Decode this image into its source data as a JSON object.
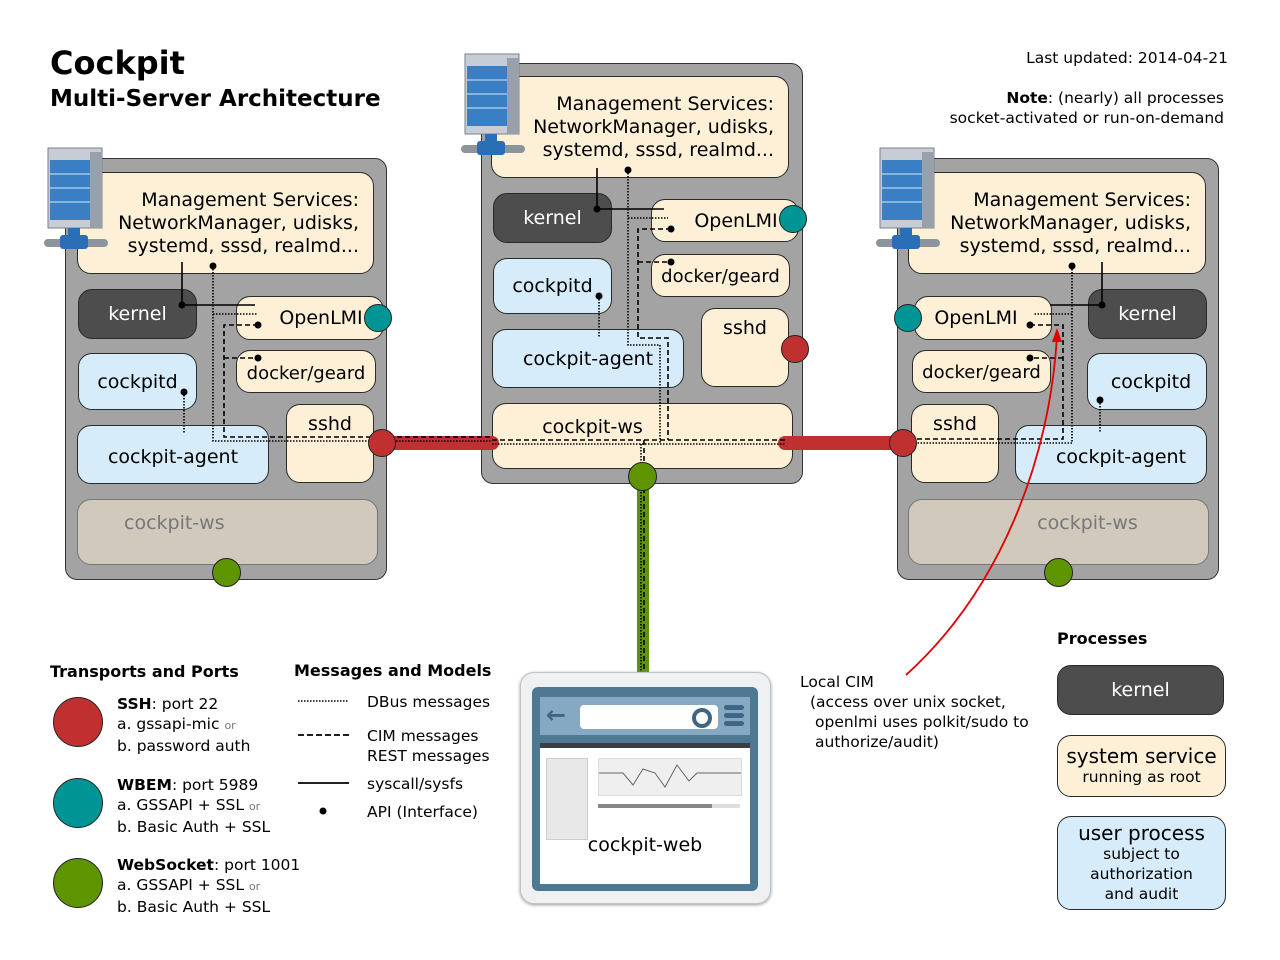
{
  "title": "Cockpit",
  "subtitle": "Multi-Server Architecture",
  "last_updated": "Last updated: 2014-04-21",
  "note": {
    "bold": "Note",
    "line1": ": (nearly) all processes",
    "line2": "socket-activated or run-on-demand"
  },
  "colors": {
    "ssh": "#c03030",
    "wbem": "#009595",
    "websocket": "#5e9400",
    "system_service": "#fdf0d6",
    "user_process": "#d6ecfb",
    "kernel": "#4d4d4d",
    "server_bg": "#a3a3a3",
    "inactive_ws": "#d1c9bc",
    "local_cim_arrow": "#e00000"
  },
  "servers": {
    "left": {
      "mgmt": [
        "Management Services:",
        "NetworkManager, udisks,",
        "systemd, sssd, realmd..."
      ],
      "kernel": "kernel",
      "openlmi": "OpenLMI",
      "docker": "docker/geard",
      "cockpitd": "cockpitd",
      "sshd": "sshd",
      "agent": "cockpit-agent",
      "ws": "cockpit-ws"
    },
    "center": {
      "mgmt": [
        "Management Services:",
        "NetworkManager, udisks,",
        "systemd, sssd, realmd..."
      ],
      "kernel": "kernel",
      "openlmi": "OpenLMI",
      "docker": "docker/geard",
      "cockpitd": "cockpitd",
      "sshd": "sshd",
      "agent": "cockpit-agent",
      "ws": "cockpit-ws"
    },
    "right": {
      "mgmt": [
        "Management Services:",
        "NetworkManager, udisks,",
        "systemd, sssd, realmd..."
      ],
      "kernel": "kernel",
      "openlmi": "OpenLMI",
      "docker": "docker/geard",
      "cockpitd": "cockpitd",
      "sshd": "sshd",
      "agent": "cockpit-agent",
      "ws": "cockpit-ws"
    }
  },
  "client": {
    "label": "cockpit-web"
  },
  "annotation": {
    "line1": "Local CIM",
    "line2": "(access over unix socket,",
    "line3": "openlmi uses polkit/sudo to",
    "line4": "authorize/audit)"
  },
  "legend_transports": {
    "title": "Transports and Ports",
    "items": [
      {
        "name": "SSH",
        "port": ": port 22",
        "a": "a. gssapi-mic",
        "or": "or",
        "b": "b. password auth"
      },
      {
        "name": "WBEM",
        "port": ": port 5989",
        "a": "a. GSSAPI + SSL",
        "or": "or",
        "b": "b. Basic Auth + SSL"
      },
      {
        "name": "WebSocket",
        "port": ": port 1001",
        "a": "a. GSSAPI + SSL",
        "or": "or",
        "b": "b. Basic Auth + SSL"
      }
    ]
  },
  "legend_messages": {
    "title": "Messages and Models",
    "items": [
      {
        "style": "dotted",
        "label": "DBus messages"
      },
      {
        "style": "dashed",
        "label": "CIM messages",
        "label2": "REST messages"
      },
      {
        "style": "solid",
        "label": "syscall/sysfs"
      },
      {
        "style": "dot",
        "label": "API (Interface)"
      }
    ]
  },
  "legend_processes": {
    "title": "Processes",
    "kernel": "kernel",
    "system_service": "system service",
    "system_service_sub": "running as root",
    "user_process": "user process",
    "user_process_sub": [
      "subject to",
      "authorization",
      "and audit"
    ]
  }
}
